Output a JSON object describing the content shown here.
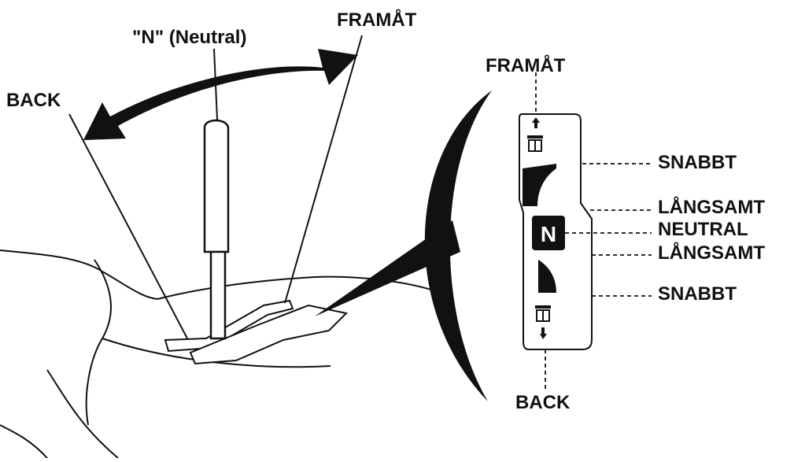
{
  "labels": {
    "back_left": "BACK",
    "neutral_left": "\"N\" (Neutral)",
    "forward_left": "FRAMÅT",
    "forward_right": "FRAMÅT",
    "back_right": "BACK",
    "fast_top": "SNABBT",
    "slow_top": "LÅNGSAMT",
    "neutral_right": "NEUTRAL",
    "slow_bottom": "LÅNGSAMT",
    "fast_bottom": "SNABBT",
    "n_badge": "N"
  },
  "icons": {
    "lever": "shift-lever-icon",
    "arrow": "double-arrow-icon",
    "turtle": "turtle-icon"
  },
  "colors": {
    "ink": "#111111",
    "paper": "#ffffff"
  }
}
